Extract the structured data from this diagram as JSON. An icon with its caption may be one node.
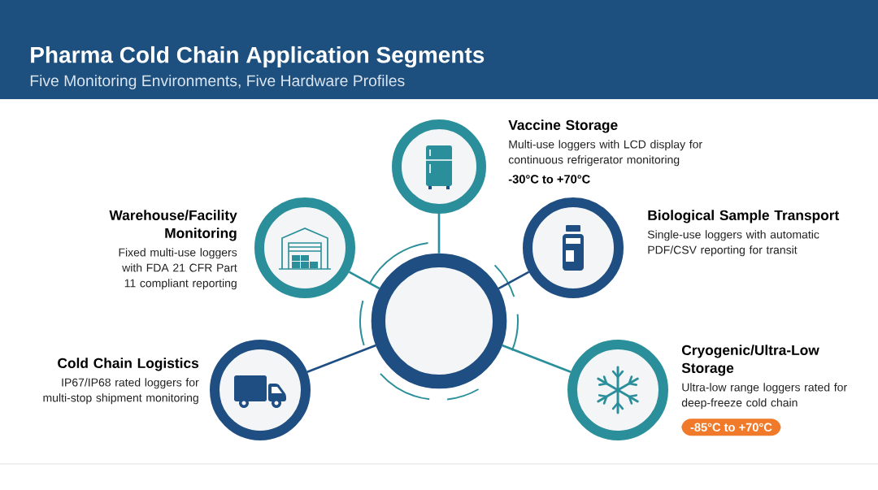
{
  "diagram": {
    "title": "Pharma Cold Chain Application Segments",
    "nodes": [
      {
        "text": [],
        "shape": "circle"
      },
      {
        "text": [
          "Vaccine Storage",
          "Multi-use loggers with LCD display for continuous refrigerator monitoring",
          "-30°C to +70°C"
        ]
      },
      {
        "text": [
          "Warehouse/Facility Monitoring",
          "Fixed multi-use loggers with FDA 21 CFR Part 11 compliant reporting"
        ]
      },
      {
        "text": [
          "Biological Sample Transport",
          "Single-use loggers with automatic PDF/CSV reporting for transit"
        ]
      },
      {
        "text": [
          "Cold Chain Logistics",
          "IP67/IP68 rated loggers for multi-stop shipment monitoring"
        ]
      },
      {
        "text": [
          "Cryogenic/Ultra-Low Storage",
          "Ultra-low range loggers rated for deep-freeze cold chain",
          "-85°C to +70°C"
        ]
      }
    ],
    "edges": [
      {
        "from": 0,
        "to": 1,
        "arrow": "none"
      },
      {
        "from": 0,
        "to": 2,
        "arrow": "none"
      },
      {
        "from": 0,
        "to": 3,
        "arrow": "none",
        "color": "#1f4e82"
      },
      {
        "from": 0,
        "to": 4,
        "arrow": "none",
        "color": "#1f4e82"
      },
      {
        "from": 0,
        "to": 5,
        "arrow": "none"
      }
    ],
    "labels": [
      "Five Monitoring Environments, Five Hardware Profiles"
    ]
  }
}
